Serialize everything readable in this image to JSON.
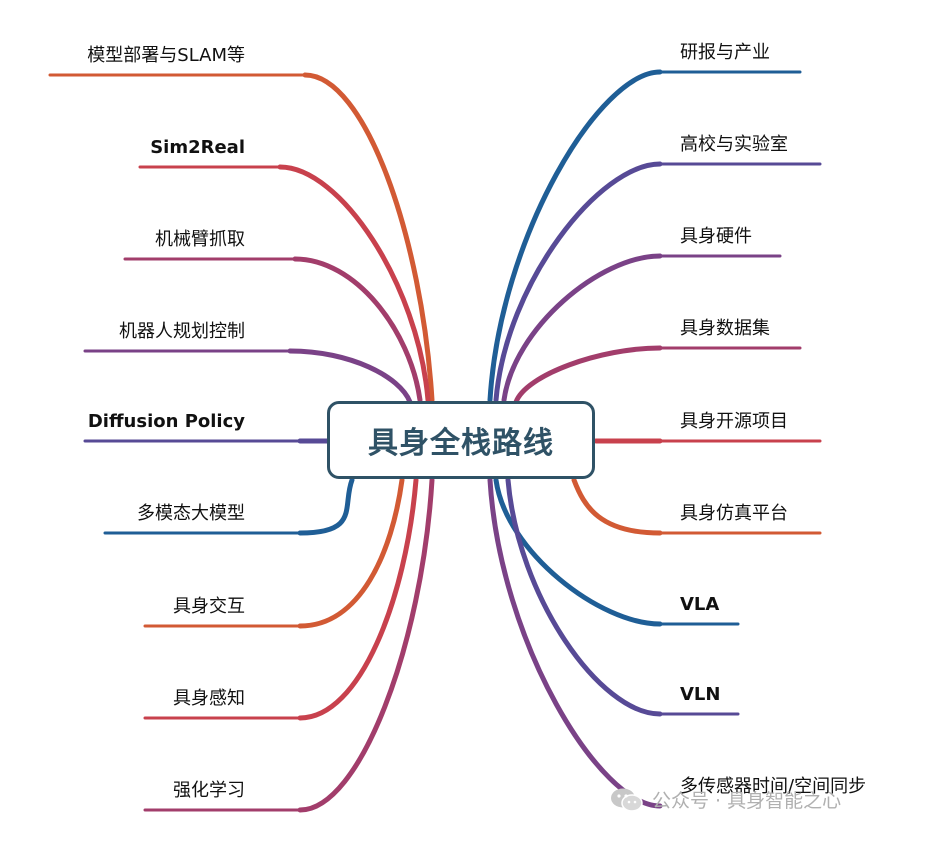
{
  "center_title": "具身全栈路线",
  "left_branches": [
    {
      "label": "模型部署与SLAM等",
      "bold": false,
      "color": "#d25a34"
    },
    {
      "label": "Sim2Real",
      "bold": true,
      "color": "#c8414d"
    },
    {
      "label": "机械臂抓取",
      "bold": false,
      "color": "#a23d6b"
    },
    {
      "label": "机器人规划控制",
      "bold": false,
      "color": "#7a4287"
    },
    {
      "label": "Diffusion Policy",
      "bold": true,
      "color": "#574a96"
    },
    {
      "label": "多模态大模型",
      "bold": false,
      "color": "#1f5e96"
    },
    {
      "label": "具身交互",
      "bold": false,
      "color": "#d25a34"
    },
    {
      "label": "具身感知",
      "bold": false,
      "color": "#c8414d"
    },
    {
      "label": "强化学习",
      "bold": false,
      "color": "#a23d6b"
    }
  ],
  "right_branches": [
    {
      "label": "研报与产业",
      "bold": false,
      "color": "#1f5e96"
    },
    {
      "label": "高校与实验室",
      "bold": false,
      "color": "#574a96"
    },
    {
      "label": "具身硬件",
      "bold": false,
      "color": "#7a4287"
    },
    {
      "label": "具身数据集",
      "bold": false,
      "color": "#a23d6b"
    },
    {
      "label": "具身开源项目",
      "bold": false,
      "color": "#c8414d"
    },
    {
      "label": "具身仿真平台",
      "bold": false,
      "color": "#d25a34"
    },
    {
      "label": "VLA",
      "bold": true,
      "color": "#1f5e96"
    },
    {
      "label": "VLN",
      "bold": true,
      "color": "#574a96"
    },
    {
      "label": "多传感器时间/空间同步",
      "bold": false,
      "color": "#7a4287"
    }
  ],
  "watermark": {
    "text": "公众号 · 具身智能之心",
    "icon": "wechat-icon"
  }
}
